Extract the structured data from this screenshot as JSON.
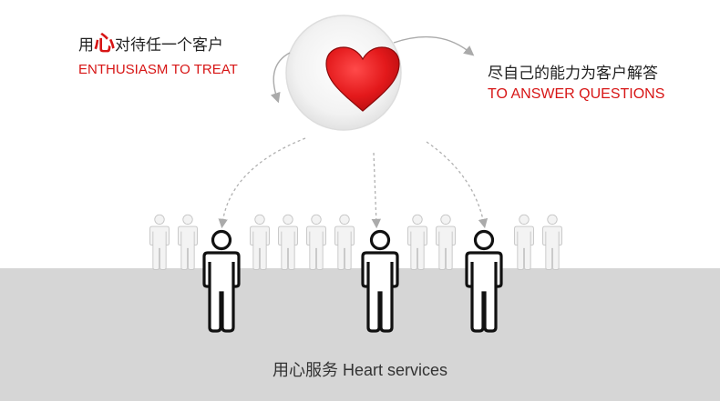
{
  "left_text": {
    "cn_prefix": "用",
    "cn_highlight": "心",
    "cn_suffix": "对待任一个客户",
    "en": "ENTHUSIASM TO TREAT"
  },
  "right_text": {
    "cn": "尽自己的能力为客户解答",
    "en": "TO ANSWER QUESTIONS"
  },
  "caption": {
    "cn": "用心服务",
    "en": "Heart services"
  },
  "colors": {
    "accent_red": "#d71515",
    "heart_red": "#e3191b",
    "ground_gray": "#d6d6d6"
  },
  "icons": {
    "center": "heart-icon",
    "people": "person-icon"
  }
}
